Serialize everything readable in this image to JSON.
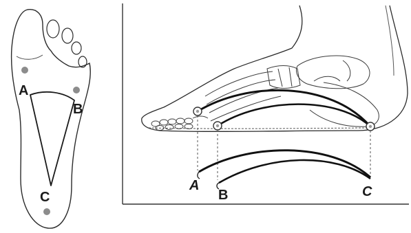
{
  "sole_view": {
    "point_a": "A",
    "point_b": "B",
    "point_c": "C"
  },
  "side_view": {
    "arch_a": "A",
    "arch_b": "B",
    "arch_c": "C"
  }
}
